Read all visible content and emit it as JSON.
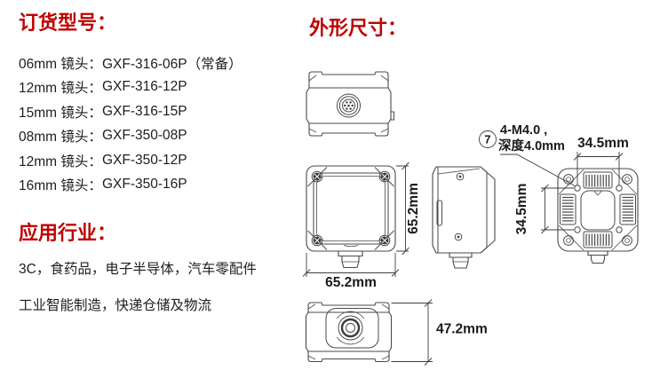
{
  "accent_color": "#C00000",
  "ordering": {
    "title": "订货型号：",
    "items": [
      {
        "lens": "06mm 镜头：",
        "model": "GXF-316-06P（常备）"
      },
      {
        "lens": "12mm 镜头：",
        "model": "GXF-316-12P"
      },
      {
        "lens": "15mm 镜头：",
        "model": "GXF-316-15P"
      },
      {
        "lens": "08mm 镜头：",
        "model": "GXF-350-08P"
      },
      {
        "lens": "12mm 镜头：",
        "model": "GXF-350-12P"
      },
      {
        "lens": "16mm 镜头：",
        "model": "GXF-350-16P"
      }
    ]
  },
  "applications": {
    "title": "应用行业：",
    "lines": [
      "3C，食药品，电子半导体，汽车零配件",
      "工业智能制造，快递仓储及物流"
    ]
  },
  "dimensions": {
    "title": "外形尺寸：",
    "front_width": "65.2mm",
    "front_height": "65.2mm",
    "hole_spacing_h": "34.5mm",
    "hole_spacing_v": "34.5mm",
    "depth": "47.2mm",
    "callout": {
      "number": "7",
      "line1": "4-M4.0 ,",
      "line2": "深度4.0mm"
    }
  }
}
